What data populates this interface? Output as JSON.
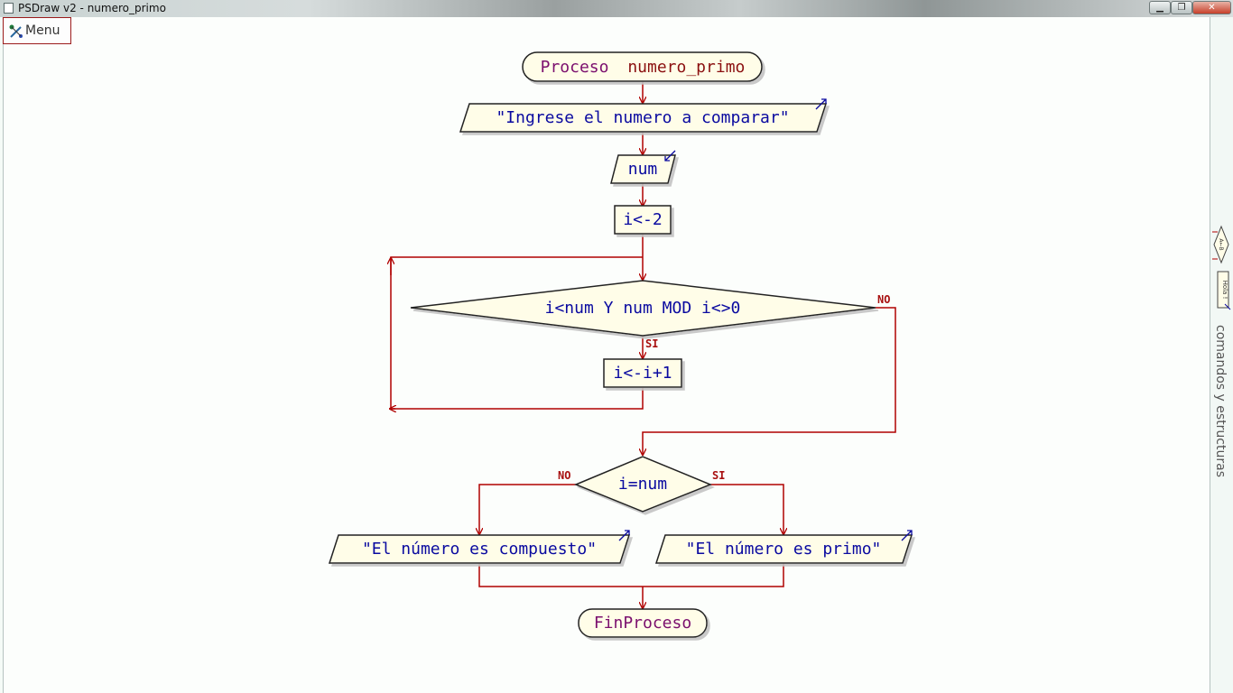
{
  "window": {
    "title": "PSDraw v2 - numero_primo",
    "buttons": {
      "minimize": "▁",
      "maximize": "❐",
      "close": "✕"
    }
  },
  "menu": {
    "label": "Menu",
    "icon": "pencil-draw-icon"
  },
  "side_panel": {
    "label": "comandos y estructuras",
    "icons": [
      "assign-arrow-icon",
      "write-icon"
    ],
    "icon_texts": [
      "A←B",
      "Hola !"
    ]
  },
  "flowchart": {
    "start_keyword": "Proceso",
    "start_name": "numero_primo",
    "write_prompt": "\"Ingrese el numero a comparar\"",
    "read_var": "num",
    "assign_init": "i<-2",
    "while_condition": "i<num Y num MOD i<>0",
    "while_no": "NO",
    "while_yes": "SI",
    "assign_increment": "i<-i+1",
    "if_condition": "i=num",
    "if_no": "NO",
    "if_yes": "SI",
    "write_composite": "\"El número es compuesto\"",
    "write_prime": "\"El número es primo\"",
    "end_keyword": "FinProceso"
  },
  "colors": {
    "shape_fill": "#fffde8",
    "shape_stroke": "#222222",
    "arrow": "#b00000",
    "keyword": "#7b0f6e",
    "name": "#8b1010",
    "text": "#0a0aa0"
  }
}
